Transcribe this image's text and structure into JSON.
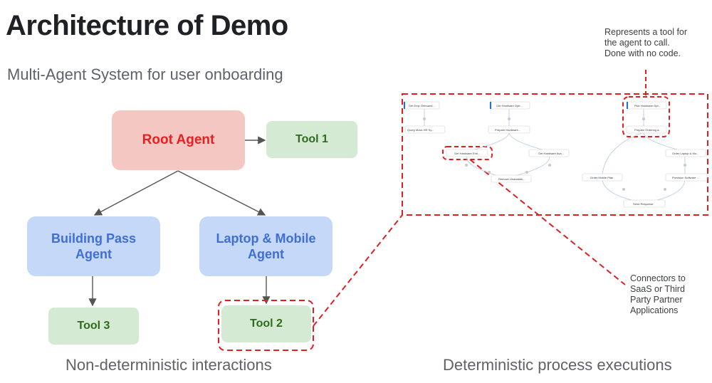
{
  "header": {
    "title": "Architecture of Demo",
    "subtitle": "Multi-Agent System for user onboarding"
  },
  "diagram": {
    "root_agent": "Root Agent",
    "tool_1": "Tool 1",
    "building_pass_agent": "Building Pass Agent",
    "laptop_mobile_agent": "Laptop & Mobile Agent",
    "tool_3": "Tool 3",
    "tool_2": "Tool 2"
  },
  "captions": {
    "left": "Non-deterministic interactions",
    "right": "Deterministic process executions"
  },
  "annotations": {
    "tool_note": "Represents a tool for the agent to call. Done with no code.",
    "connector_note": "Connectors to SaaS or Third Party Partner Applications"
  },
  "workflow_nodes": {
    "get_emp": "Get Emp Onboardi...",
    "query_hr": "Query Mock HR Sy...",
    "get_hw_opt": "Get Hardware Opti...",
    "prepare_hw": "Prepare Hardware...",
    "get_hw_enti": "Get Hardware Enti...",
    "get_hw_ava": "Get Hardware Ava...",
    "remove_unavail": "Remove Unavailab...",
    "pick_hw": "Pick Hardware Opt...",
    "prepare_ordering": "Prepare Ordering a...",
    "order_laptop": "Order Laptop & Mo...",
    "order_mobile": "Order Mobile Plan",
    "provision_sw": "Provision Software ...",
    "send_response": "Send Response"
  },
  "colors": {
    "dashed_highlight": "#e02020",
    "root_fill": "#f4c7c3",
    "root_text": "#ea1f1f",
    "agent_fill": "#c6d8f7",
    "agent_text": "#3f6fd6",
    "tool_fill": "#d4ead2",
    "tool_text": "#2f6b1f"
  }
}
